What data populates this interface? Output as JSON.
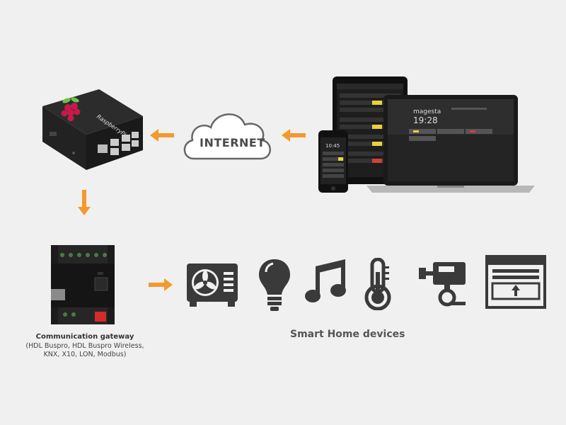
{
  "cloud": {
    "label": "INTERNET"
  },
  "device_screens": {
    "brand": "magesta",
    "laptop_time": "19:28",
    "phone_time": "10:45"
  },
  "pi": {
    "label": "RaspberryPi"
  },
  "gateway": {
    "title": "Communication gateway",
    "subtitle_line1": "(HDL Buspro, HDL Buspro Wireless,",
    "subtitle_line2": "KNX, X10, LON, Modbus)"
  },
  "devices": {
    "label": "Smart Home devices",
    "icons": [
      "air-conditioner-icon",
      "light-bulb-icon",
      "music-note-icon",
      "thermometer-icon",
      "security-camera-icon",
      "window-blind-icon"
    ]
  },
  "colors": {
    "arrow": "#f29a2e",
    "icon": "#3a3a3a",
    "background": "#f0f0f0"
  }
}
